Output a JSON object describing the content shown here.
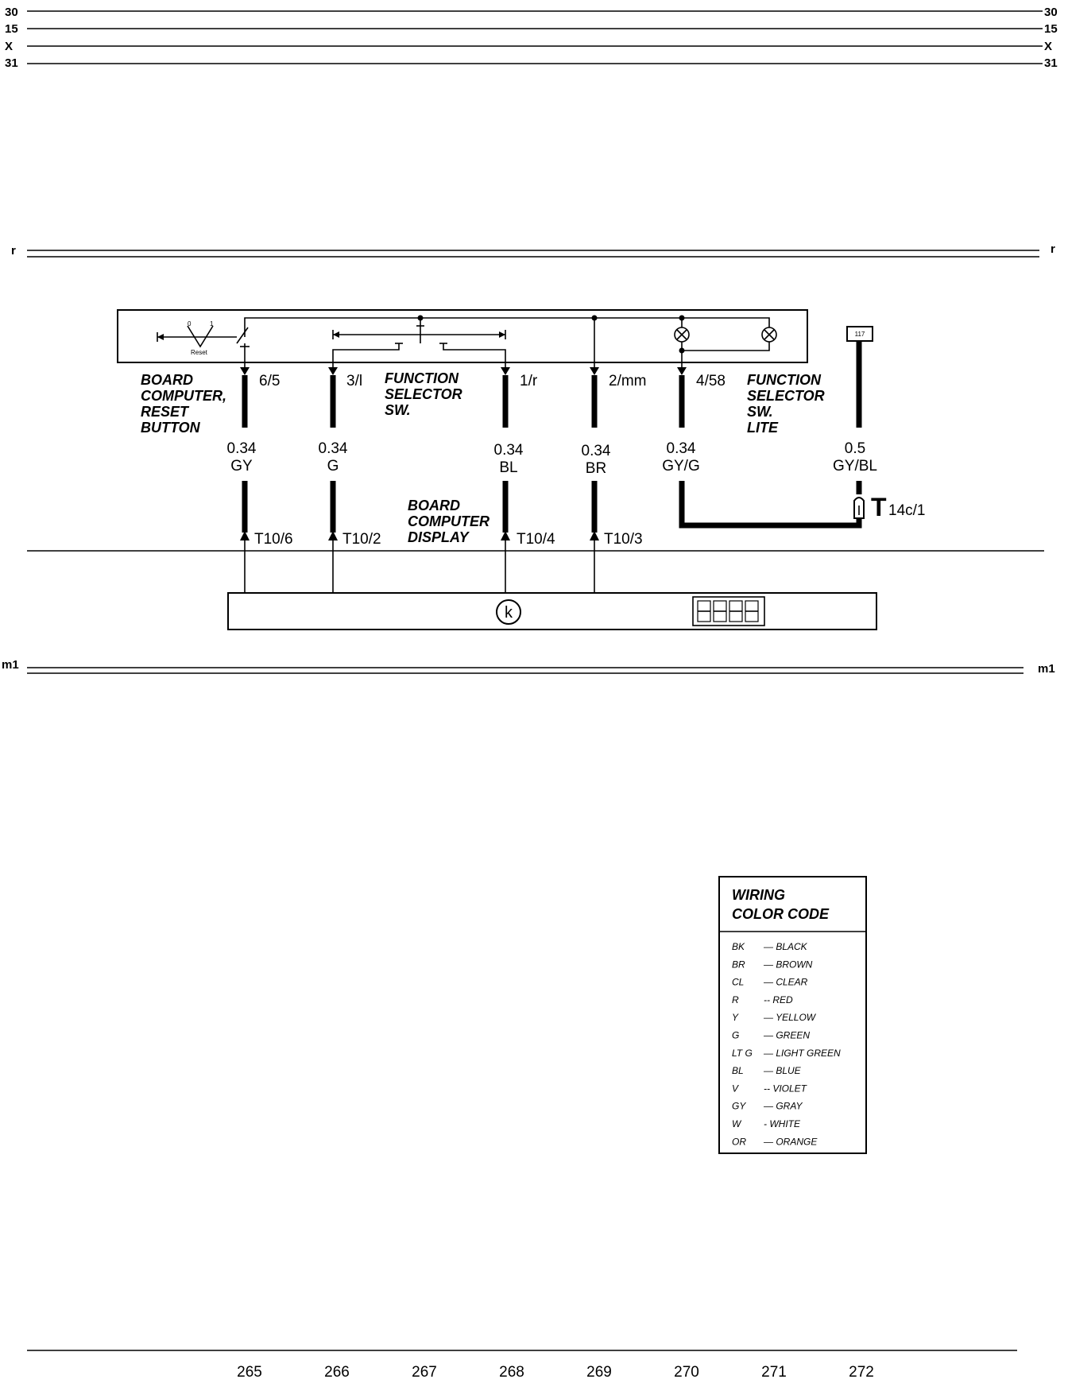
{
  "bus_labels": {
    "top": [
      "30",
      "15",
      "X",
      "31"
    ],
    "r": "r",
    "m1": "m1"
  },
  "components": {
    "reset_button": [
      "BOARD",
      "COMPUTER,",
      "RESET",
      "BUTTON"
    ],
    "reset_switch_marks": [
      "0",
      "1"
    ],
    "reset_switch_label": "Reset",
    "function_selector": [
      "FUNCTION",
      "SELECTOR",
      "SW."
    ],
    "function_selector_lite": [
      "FUNCTION",
      "SELECTOR",
      "SW.",
      "LITE"
    ],
    "display": [
      "BOARD",
      "COMPUTER",
      "DISPLAY"
    ],
    "ref_box": "117",
    "connector_letter": "T",
    "connector_sub": "14c/1",
    "display_symbol": "k"
  },
  "wires": [
    {
      "terminal": "6/5",
      "size": "0.34",
      "color": "GY",
      "pin": "T10/6"
    },
    {
      "terminal": "3/l",
      "size": "0.34",
      "color": "G",
      "pin": "T10/2"
    },
    {
      "terminal": "1/r",
      "size": "0.34",
      "color": "BL",
      "pin": "T10/4"
    },
    {
      "terminal": "2/mm",
      "size": "0.34",
      "color": "BR",
      "pin": "T10/3"
    },
    {
      "terminal": "4/58",
      "size": "0.34",
      "color": "GY/G",
      "pin": ""
    },
    {
      "terminal": "",
      "size": "0.5",
      "color": "GY/BL",
      "pin": ""
    }
  ],
  "legend": {
    "title": [
      "WIRING",
      "COLOR CODE"
    ],
    "rows": [
      {
        "code": "BK",
        "name": "— BLACK"
      },
      {
        "code": "BR",
        "name": "— BROWN"
      },
      {
        "code": "CL",
        "name": "— CLEAR"
      },
      {
        "code": "R",
        "name": "-- RED"
      },
      {
        "code": "Y",
        "name": "— YELLOW"
      },
      {
        "code": "G",
        "name": "— GREEN"
      },
      {
        "code": "LT  G",
        "name": "— LIGHT GREEN"
      },
      {
        "code": "BL",
        "name": "— BLUE"
      },
      {
        "code": "V",
        "name": "-- VIOLET"
      },
      {
        "code": "GY",
        "name": "— GRAY"
      },
      {
        "code": "W",
        "name": "- WHITE"
      },
      {
        "code": "OR",
        "name": "— ORANGE"
      }
    ]
  },
  "footer_numbers": [
    "265",
    "266",
    "267",
    "268",
    "269",
    "270",
    "271",
    "272"
  ]
}
